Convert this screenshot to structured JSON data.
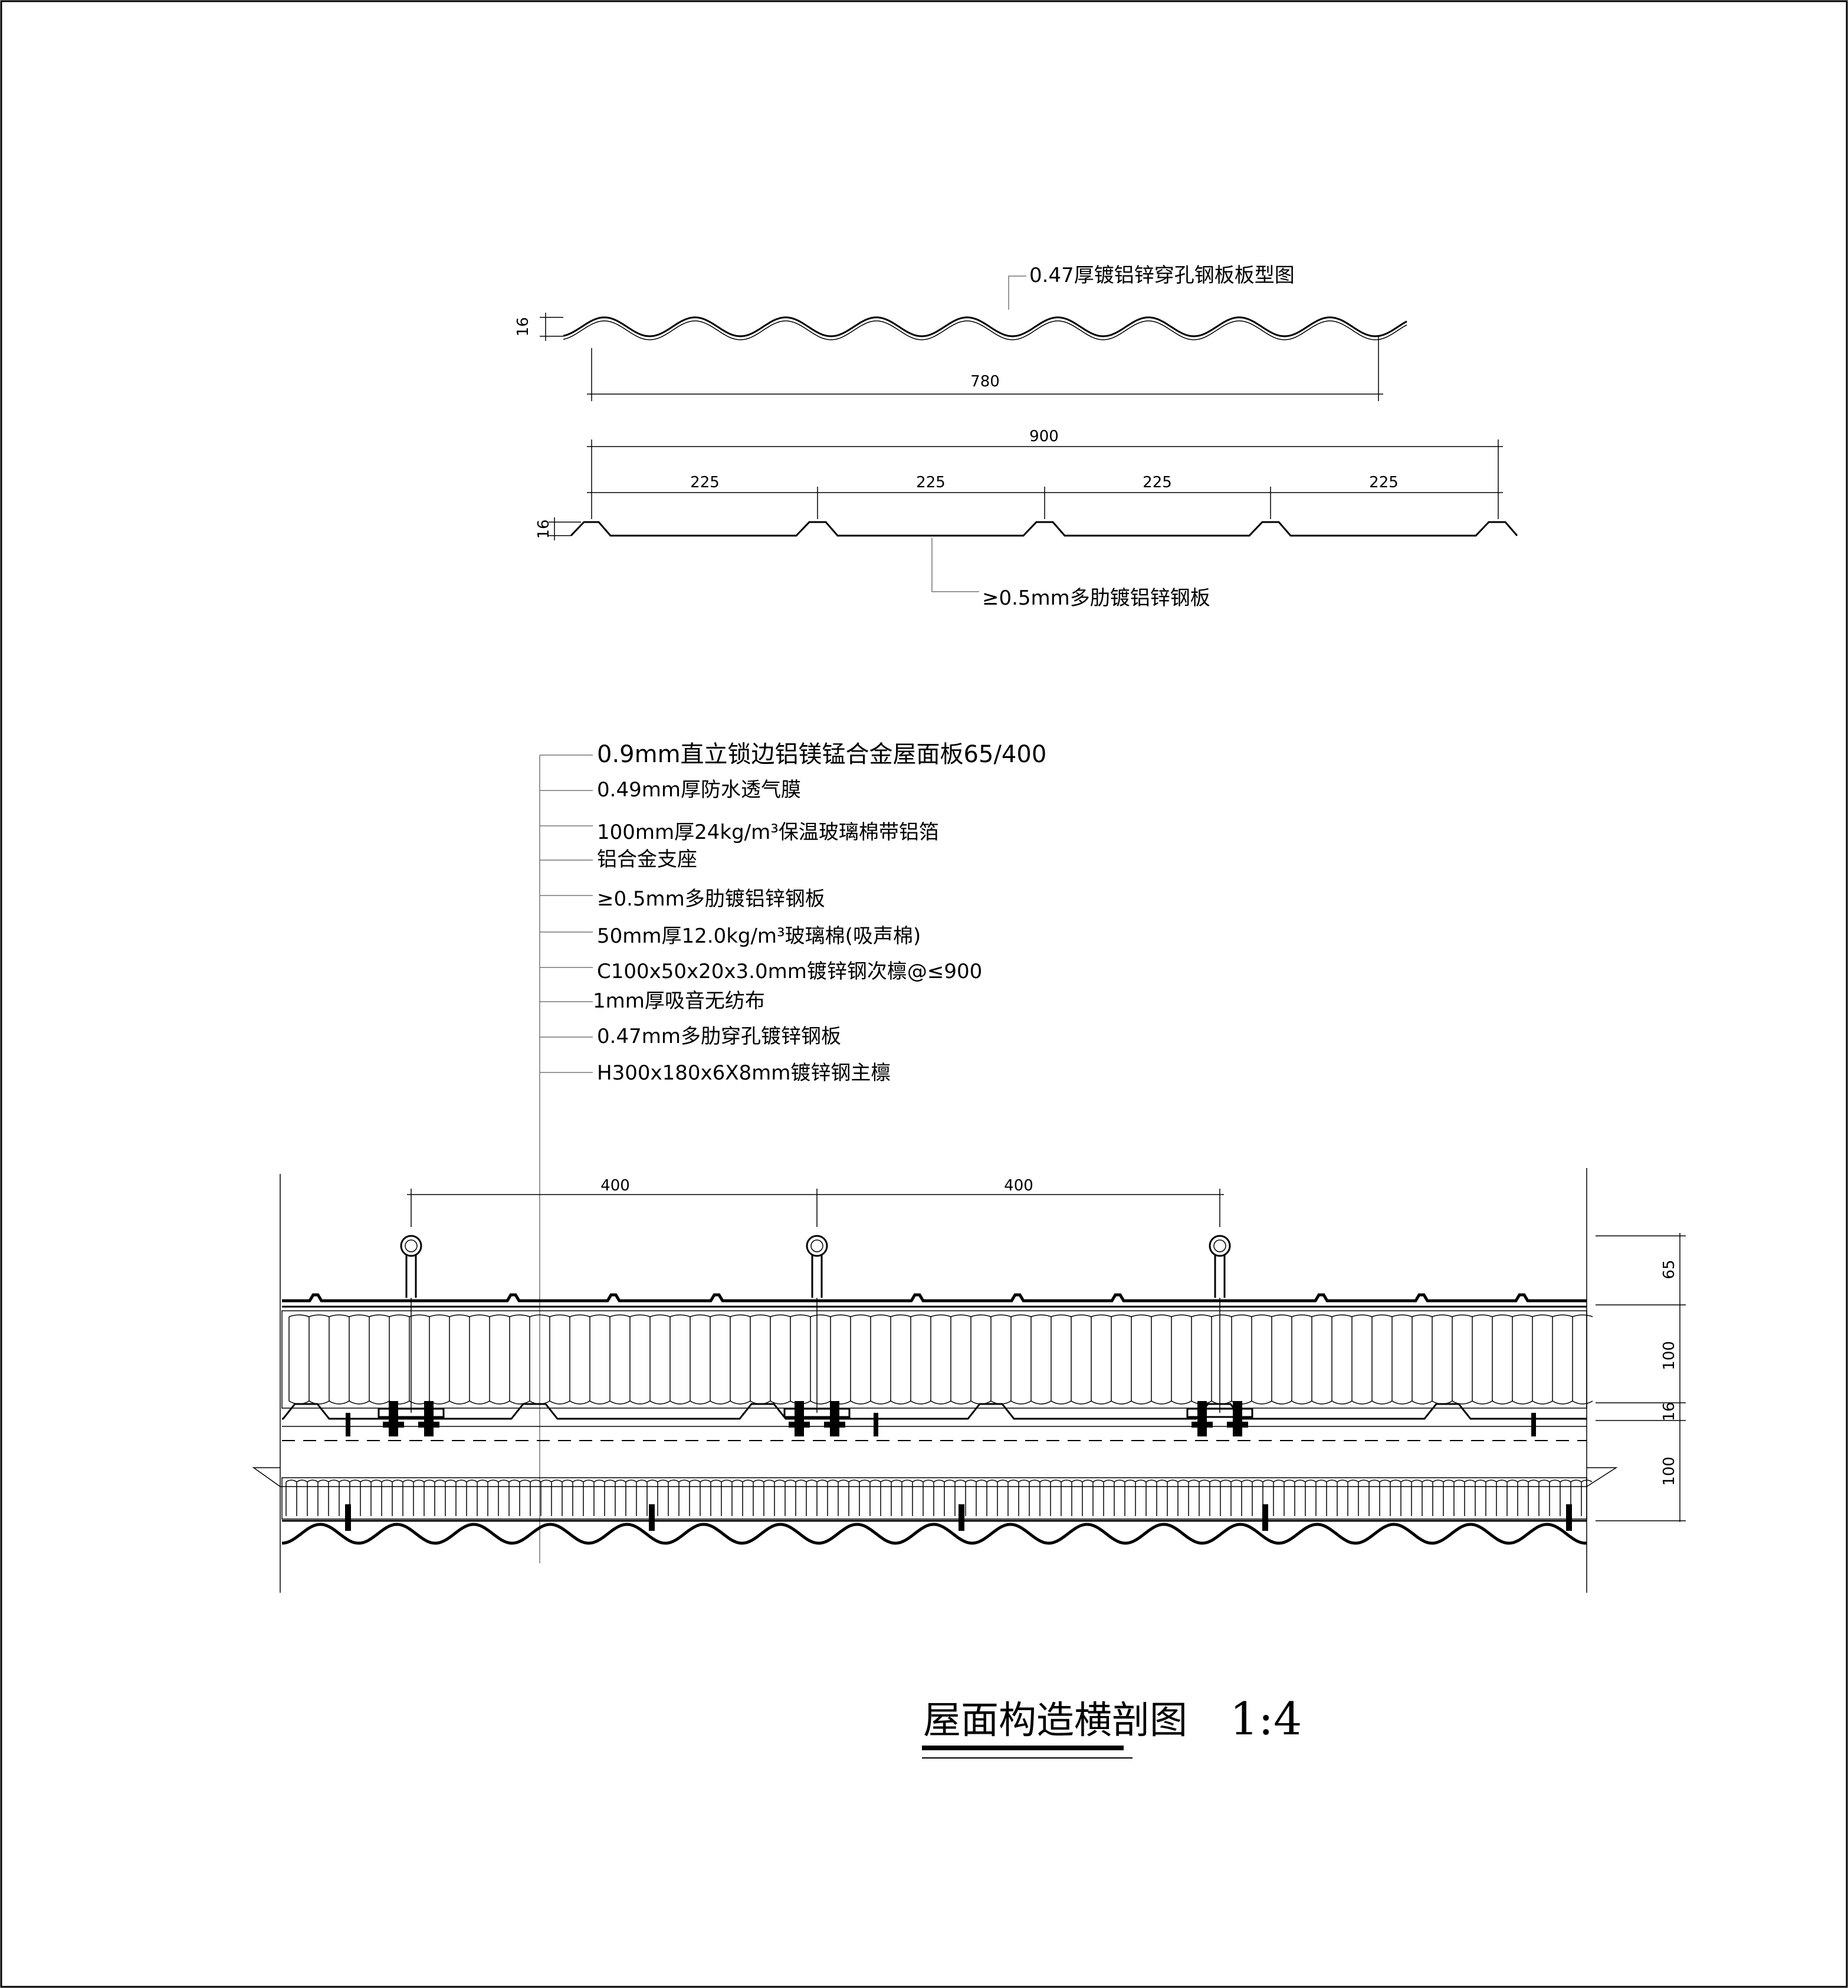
{
  "drawing_frame": {
    "border_color": "#000000",
    "background": "#ffffff"
  },
  "top_profiles": {
    "wave_profile": {
      "label": "0.47厚镀铝锌穿孔钢板板型图",
      "height_dim": "16",
      "width_dim": "780"
    },
    "trapezoid_profile": {
      "label": "≥0.5mm多肋镀铝锌钢板",
      "height_dim": "16",
      "overall_dim": "900",
      "rib_dims": [
        "225",
        "225",
        "225",
        "225"
      ]
    }
  },
  "layer_callouts": [
    "0.9mm直立锁边铝镁锰合金屋面板65/400",
    "0.49mm厚防水透气膜",
    "100mm厚24kg/m³保温玻璃棉带铝箔",
    "铝合金支座",
    "≥0.5mm多肋镀铝锌钢板",
    "50mm厚12.0kg/m³玻璃棉(吸声棉)",
    "C100x50x20x3.0mm镀锌钢次檩@≤900",
    "1mm厚吸音无纺布",
    "0.47mm多肋穿孔镀锌钢板",
    "H300x180x6X8mm镀锌钢主檩"
  ],
  "section": {
    "seam_spacing_dims": [
      "400",
      "400"
    ],
    "right_dims": [
      "65",
      "100",
      "16",
      "100"
    ]
  },
  "title_block": {
    "title": "屋面构造横剖图",
    "scale": "1:4"
  }
}
